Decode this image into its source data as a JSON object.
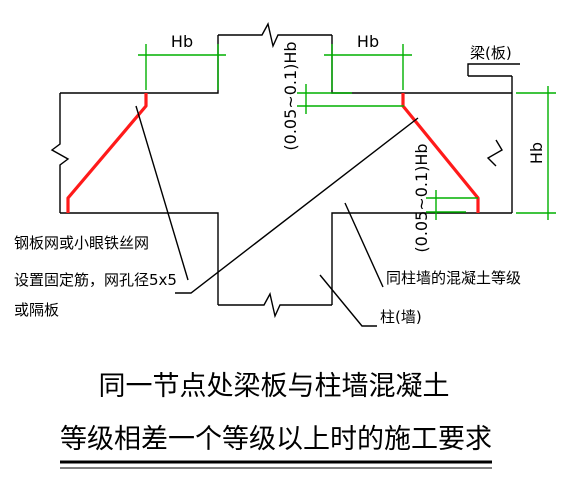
{
  "labels": {
    "hb_left": "Hb",
    "hb_right": "Hb",
    "hb_vertical": "Hb",
    "beam": "梁(板)",
    "ratio_upper": "(0.05~0.1)Hb",
    "ratio_lower": "(0.05~0.1)Hb",
    "note_line1": "钢板网或小眼铁丝网",
    "note_line2": "设置固定筋，网孔径5x5",
    "note_line3": "或隔板",
    "column_grade": "同柱墙的混凝土等级",
    "column": "柱(墙)"
  },
  "title": {
    "line1": "同一节点处梁板与柱墙混凝土",
    "line2": "等级相差一个等级以上时的施工要求"
  },
  "colors": {
    "lines": "#000000",
    "dimensions": "#00b000",
    "mesh": "#ff1a1a"
  }
}
